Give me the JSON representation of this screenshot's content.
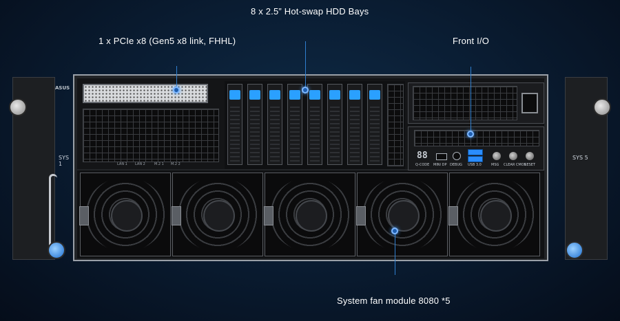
{
  "callouts": {
    "hdd_bays": "8 x 2.5” Hot-swap HDD Bays",
    "pcie": "1 x PCIe x8 (Gen5 x8 link, FHHL)",
    "front_io": "Front I/O",
    "fan_module": "System fan module 8080 *5"
  },
  "chassis": {
    "brand": "ASUS",
    "sys_left": "SYS",
    "sys_left_num": "1",
    "sys_right": "SYS",
    "sys_right_num": "5",
    "ports": [
      "LAN 1",
      "LAN 2",
      "M.2 1",
      "M.2 2"
    ],
    "io_labels": {
      "qcode": "Q-CODE",
      "minidp": "MINI DP",
      "debug": "DEBUG",
      "usb": "USB 3.0",
      "msg": "MSG",
      "clear": "CLEAR CMOS",
      "reset": "RESET"
    },
    "qcode_value": "88",
    "hdd_count": 8,
    "fan_count": 5
  },
  "colors": {
    "accent": "#2aa0ff",
    "leader": "#2f7fd0"
  }
}
